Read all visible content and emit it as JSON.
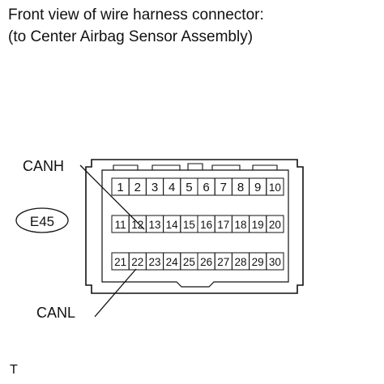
{
  "header": {
    "title_line1": "Front view of wire harness connector:",
    "title_line2": "(to Center Airbag Sensor Assembly)"
  },
  "connector": {
    "code": "E45",
    "rows": [
      [
        "1",
        "2",
        "3",
        "4",
        "5",
        "6",
        "7",
        "8",
        "9",
        "10"
      ],
      [
        "11",
        "12",
        "13",
        "14",
        "15",
        "16",
        "17",
        "18",
        "19",
        "20"
      ],
      [
        "21",
        "22",
        "23",
        "24",
        "25",
        "26",
        "27",
        "28",
        "29",
        "30"
      ]
    ]
  },
  "callouts": {
    "canh_label": "CANH",
    "canl_label": "CANL"
  },
  "footer": {
    "figure_code": "T"
  }
}
